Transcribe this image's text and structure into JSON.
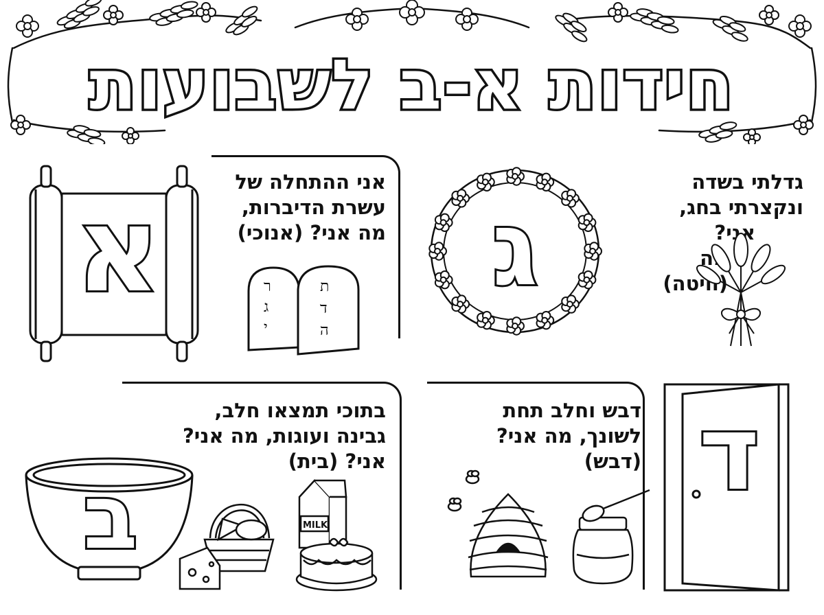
{
  "title": "חידות א-ב לשבועות",
  "panels": {
    "alef": {
      "letter": "א",
      "riddle_lines": [
        "אני ההתחלה של",
        "עשרת הדיברות,",
        "מה אני? (אנוכי)"
      ],
      "tablet_letters": [
        "ר",
        "ג",
        "י",
        "ת",
        "ד",
        "ה"
      ]
    },
    "gimel": {
      "letter": "ג",
      "riddle_lines": [
        "גדלתי בשדה",
        "ונקצרתי בחג,",
        "אני?",
        "מה",
        "(חיטה)"
      ]
    },
    "bet": {
      "letter": "ב",
      "riddle_lines": [
        "בתוכי תמצאו חלב,",
        "גבינה ועוגות, מה אני?",
        "אני? (בית)"
      ],
      "milk_label": "MILK"
    },
    "dalet": {
      "letter": "ד",
      "riddle_lines": [
        "דבש וחלב תחת",
        "לשונך, מה אני?",
        "(דבש)"
      ]
    }
  }
}
